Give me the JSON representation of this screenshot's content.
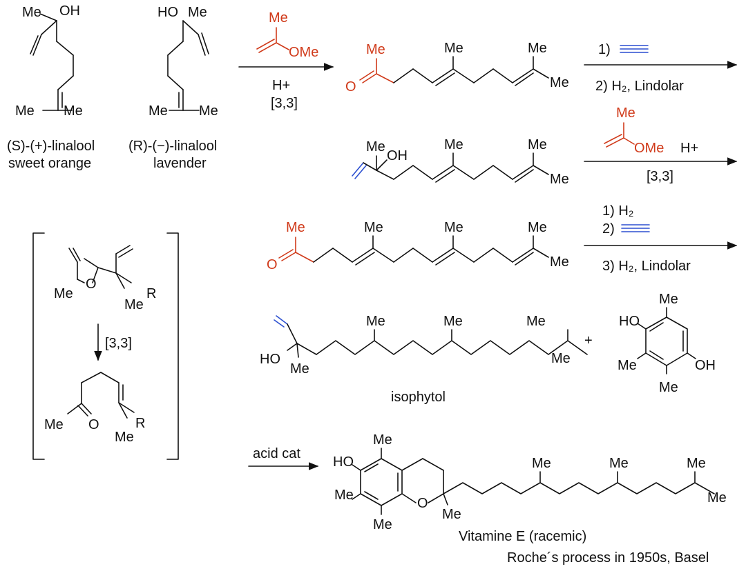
{
  "colors": {
    "highlight_red": "#d03a1a",
    "highlight_blue": "#2b4fd0",
    "ink": "#111111"
  },
  "icons": [
    "triple-bond-icon"
  ],
  "labels": {
    "me": "Me",
    "oh": "OH",
    "ho": "HO",
    "ome": "OMe",
    "o": "O",
    "r": "R",
    "plus": "+",
    "h_plus": "H+",
    "sigmatropic": "[3,3]"
  },
  "linalool_s": {
    "line1": "(S)-(+)-linalool",
    "line2": "sweet orange"
  },
  "linalool_r": {
    "line1": "(R)-(−)-linalool",
    "line2": "lavender"
  },
  "step1": {
    "above": "",
    "below1": "H+",
    "below2": "[3,3]"
  },
  "step2": {
    "above_num": "1)",
    "below": "2) H₂, Lindolar"
  },
  "step3": {
    "right": "H+",
    "below": "[3,3]"
  },
  "step4": {
    "line1": "1) H₂",
    "line2": "2)",
    "line3": "3) H₂, Lindolar"
  },
  "mechanism": {
    "arrow_label": "[3,3]"
  },
  "isophytol": {
    "name": "isophytol"
  },
  "step5": {
    "above": "acid cat"
  },
  "vitamin_e": {
    "name": "Vitamine E (racemic)"
  },
  "footer": {
    "caption": "Roche´s process in 1950s, Basel"
  }
}
